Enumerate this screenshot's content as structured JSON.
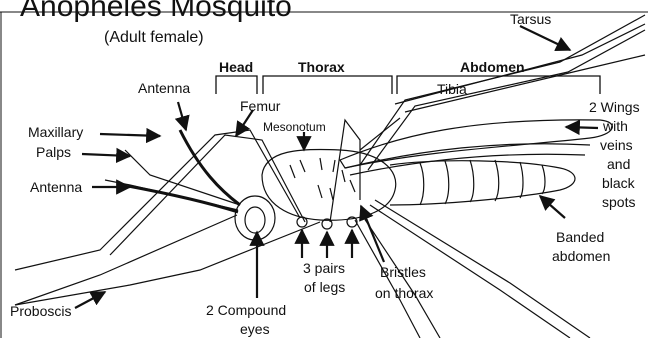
{
  "title": "Anopheles Mosquito",
  "subtitle": "(Adult female)",
  "sections": {
    "head": "Head",
    "thorax": "Thorax",
    "abdomen": "Abdomen"
  },
  "labels": {
    "tarsus": "Tarsus",
    "tibia": "Tibia",
    "antenna_top": "Antenna",
    "femur": "Femur",
    "mesonotum": "Mesonotum",
    "maxillary_1": "Maxillary",
    "maxillary_2": "Palps",
    "antenna_left": "Antenna",
    "wings_1": "2 Wings",
    "wings_2": "with",
    "wings_3": "veins",
    "wings_4": "and",
    "wings_5": "black",
    "wings_6": "spots",
    "banded_1": "Banded",
    "banded_2": "abdomen",
    "legs_1": "3 pairs",
    "legs_2": "of legs",
    "bristles_1": "Bristles",
    "bristles_2": "on thorax",
    "eyes_1": "2 Compound",
    "eyes_2": "eyes",
    "proboscis": "Proboscis"
  },
  "colors": {
    "line": "#111111",
    "background": "#ffffff"
  }
}
